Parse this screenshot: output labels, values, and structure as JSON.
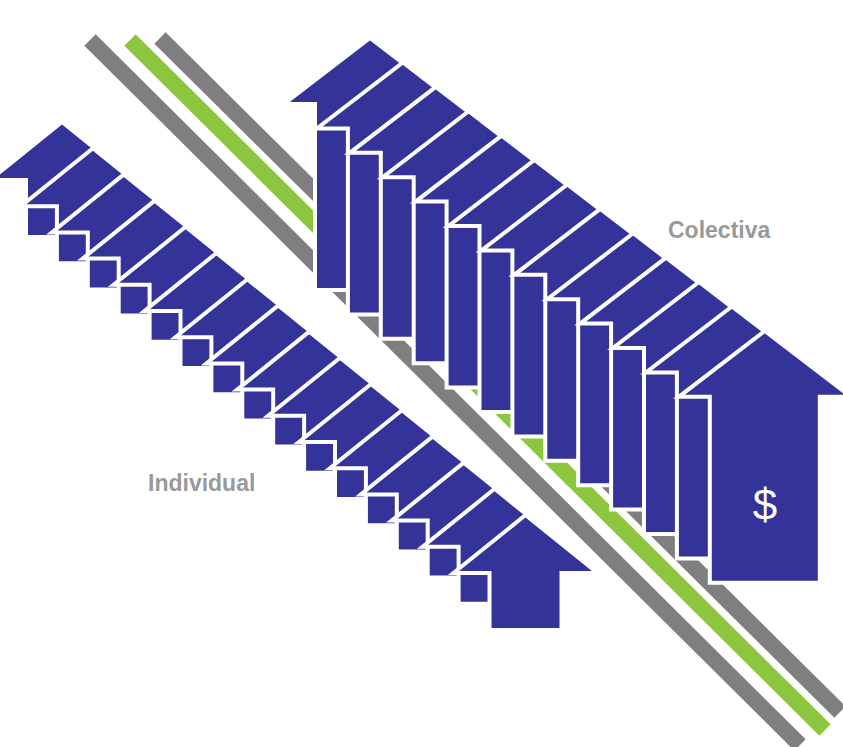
{
  "diagram": {
    "nodes": [
      {
        "text": [
          "$"
        ]
      }
    ],
    "labels": [
      "Colectiva",
      "Individual"
    ]
  }
}
